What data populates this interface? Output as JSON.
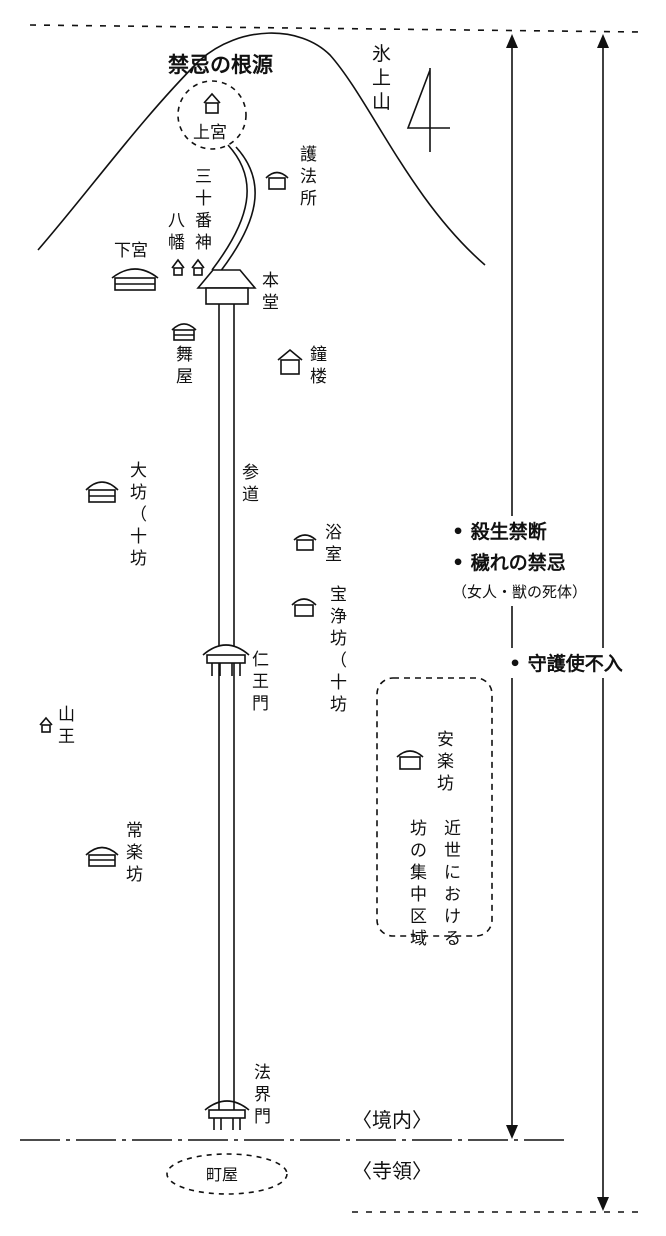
{
  "mountain_name": "氷上山",
  "taboo_source": "禁忌の根源",
  "shrines": {
    "kamimiya": "上宮",
    "shimomiya": "下宮",
    "hachiman": "八幡",
    "sanjuban": "三十番神",
    "sanno": "山王"
  },
  "buildings": {
    "gohosho": "護法所",
    "hondo": "本堂",
    "butai": "舞屋",
    "shoro": "鐘楼",
    "obo": "大坊",
    "obo_note": "（十坊）",
    "yokushitsu": "浴室",
    "hojobo": "宝浄坊",
    "hojobo_note": "（十坊）",
    "nio_gate": "仁王門",
    "anrakubo": "安楽坊",
    "jorakubo": "常楽坊",
    "hokai_gate": "法界門",
    "machiya": "町屋"
  },
  "approach": "参道",
  "early_modern_note": [
    "近世における",
    "坊の集中区域"
  ],
  "rules": {
    "rule1": "• 殺生禁断",
    "rule2": "• 穢れの禁忌",
    "rule2_note": "（女人・獣の死体）",
    "rule3": "• 守護使不入"
  },
  "zones": {
    "precinct": "〈境内〉",
    "temple_estate": "〈寺領〉"
  }
}
